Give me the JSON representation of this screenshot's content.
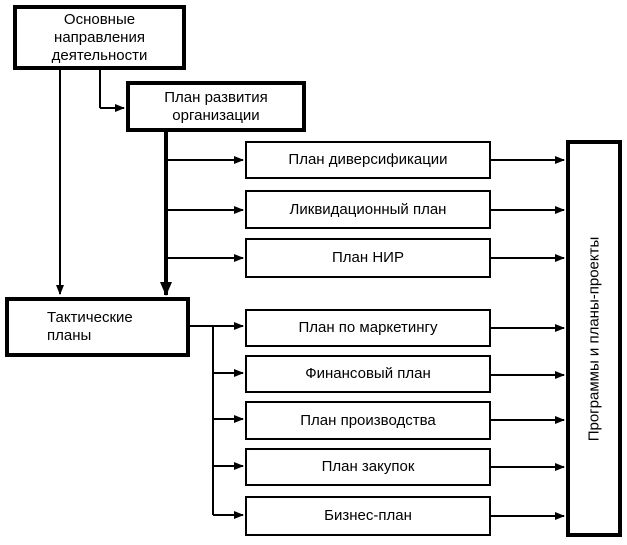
{
  "diagram": {
    "main_directions": "Основные\nнаправления\nдеятельности",
    "dev_plan": "План развития\nорганизации",
    "tactical": "Тактические\nпланы",
    "strategic_plans": [
      "План диверсификации",
      "Ликвидационный план",
      "План НИР"
    ],
    "tactical_plans": [
      "План по маркетингу",
      "Финансовый план",
      "План производства",
      "План закупок",
      "Бизнес-план"
    ],
    "results": "Программы и планы-проекты"
  }
}
